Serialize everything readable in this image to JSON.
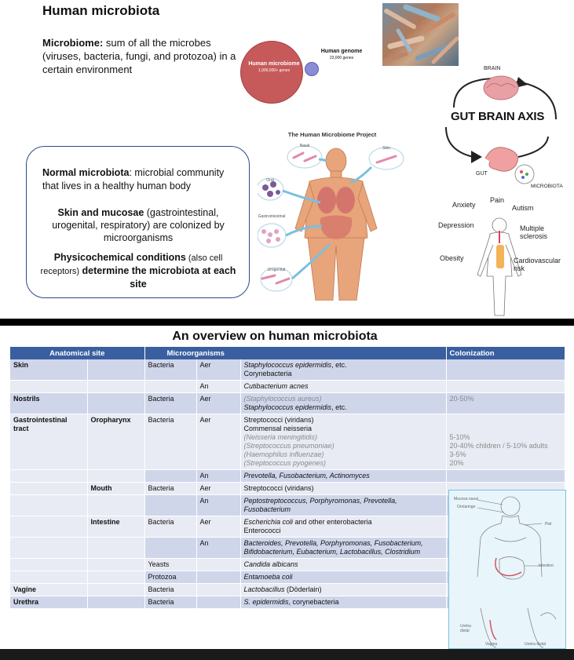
{
  "top": {
    "title": "Human microbiota",
    "microbiome_term": "Microbiome:",
    "microbiome_def": " sum of all the microbes (viruses, bacteria, fungi, and protozoa) in a certain environment",
    "bubble_big_title": "Human microbiome",
    "bubble_big_sub": "1,000,000+ genes",
    "bubble_small_title": "Human genome",
    "bubble_small_sub": "23,000 genes",
    "box": {
      "p1_term": "Normal microbiota",
      "p1_rest": ": microbial community that lives in a healthy human body",
      "p2_term": "Skin and mucosae",
      "p2_rest": " (gastrointestinal, urogenital, respiratory) are colonized by microorganisms",
      "p3_term": "Physicochemical conditions",
      "p3_note": " (also cell receptors)",
      "p3_rest": " determine the microbiota at each site"
    },
    "hmp": {
      "title": "The Human Microbiome Project",
      "nasal": "Nasal",
      "skin": "Skin",
      "oral": "Oral",
      "gastro": "Gastrointestinal",
      "urogenital": "Urogenital"
    },
    "gba": {
      "title": "GUT BRAIN AXIS",
      "brain": "BRAIN",
      "gut": "GUT",
      "microbiota": "MICROBIOTA",
      "anxiety": "Anxiety",
      "pain": "Pain",
      "autism": "Autism",
      "depression": "Depression",
      "ms": "Multiple sclerosis",
      "obesity": "Obesity",
      "cardio": "Cardiovascular risk"
    }
  },
  "bottom": {
    "title": "An overview on human microbiota",
    "headers": {
      "site": "Anatomical site",
      "micro": "Microorganisms",
      "col": "Colonization"
    },
    "rows": {
      "skin": "Skin",
      "skin_b": "Bacteria",
      "skin_aer": "Aer",
      "skin_aer_1": "Staphylococcus epidermidis",
      "skin_aer_1b": ", etc.",
      "skin_aer_2": "Corynebacteria",
      "skin_an": "An",
      "skin_an_1": "Cutibacterium acnes",
      "nostrils": "Nostrils",
      "nos_b": "Bacteria",
      "nos_aer": "Aer",
      "nos_1": "(Staphylococcus aureus)",
      "nos_2": "Staphylococcus epidermidis",
      "nos_2b": ", etc.",
      "nos_col": "20-50%",
      "gi": "Gastrointestinal tract",
      "oro": "Oropharynx",
      "oro_b": "Bacteria",
      "oro_aer": "Aer",
      "oro_1": "Streptococci (viridans)",
      "oro_2": "Commensal neisseria",
      "oro_3": "(Neisseria meningitidis)",
      "oro_4": "(Streptococcus pneumoniae)",
      "oro_5": "(Haemophilus influenzae)",
      "oro_6": "(Streptococcus pyogenes)",
      "oro_c3": "5-10%",
      "oro_c4": "20-40% children / 5-10% adults",
      "oro_c5": "3-5%",
      "oro_c6": "20%",
      "oro_an": "An",
      "oro_an_1": "Prevotella, Fusobacterium, Actinomyces",
      "mouth": "Mouth",
      "mouth_b": "Bacteria",
      "mouth_aer": "Aer",
      "mouth_1": "Streptococci (viridans)",
      "mouth_an": "An",
      "mouth_an_1": "Peptostreptococcus, Porphyromonas, Prevotella, Fusobacterium",
      "intestine": "Intestine",
      "int_b": "Bacteria",
      "int_aer": "Aer",
      "int_1": "Escherichia coli",
      "int_1b": " and other enterobacteria",
      "int_2": "Enterococci",
      "int_an": "An",
      "int_an_1": "Bacteroides, Prevotella, Porphyromonas, Fusobacterium, Bifidobacterium,  Eubacterium, Lactobacillus, Clostridium",
      "yeasts": "Yeasts",
      "yeasts_1": "Candida albicans",
      "protozoa": "Protozoa",
      "protozoa_1": "Entamoeba coli",
      "vagine": "Vagine",
      "vag_b": "Bacteria",
      "vag_1": "Lactobacillus",
      "vag_1b": " (Döderlain)",
      "urethra": "Urethra",
      "ure_b": "Bacteria",
      "ure_1": "S. epidermidis",
      "ure_1b": ", corynebacteria"
    },
    "illus": {
      "mucosa": "Mucosa nasal",
      "oro": "Orolaringe",
      "piel": "Piel",
      "intestino": "Intestino",
      "uretra": "Uretra distal",
      "vagina": "Vagina",
      "uretra2": "Uretra distal"
    }
  }
}
